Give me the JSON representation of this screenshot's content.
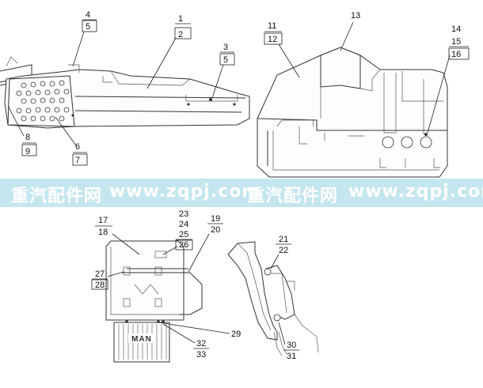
{
  "watermark": {
    "cn_text": "重汽配件网",
    "url_text": "www.zqpj.com",
    "band_color": "#96d2e1"
  },
  "logo_text": "MAN",
  "callouts": {
    "c1": "1",
    "c2": "2",
    "c3": "3",
    "c4": "4",
    "c5a": "5",
    "c5b": "5",
    "c6": "6",
    "c7": "7",
    "c8": "8",
    "c9": "9",
    "c11": "11",
    "c12": "12",
    "c13": "13",
    "c14": "14",
    "c15": "15",
    "c16": "16",
    "c17": "17",
    "c18": "18",
    "c19": "19",
    "c20": "20",
    "c21": "21",
    "c22": "22",
    "c23": "23",
    "c24": "24",
    "c25": "25",
    "c26": "26",
    "c27": "27",
    "c28": "28",
    "c29": "29",
    "c30": "30",
    "c31": "31",
    "c32": "32",
    "c33": "33"
  }
}
